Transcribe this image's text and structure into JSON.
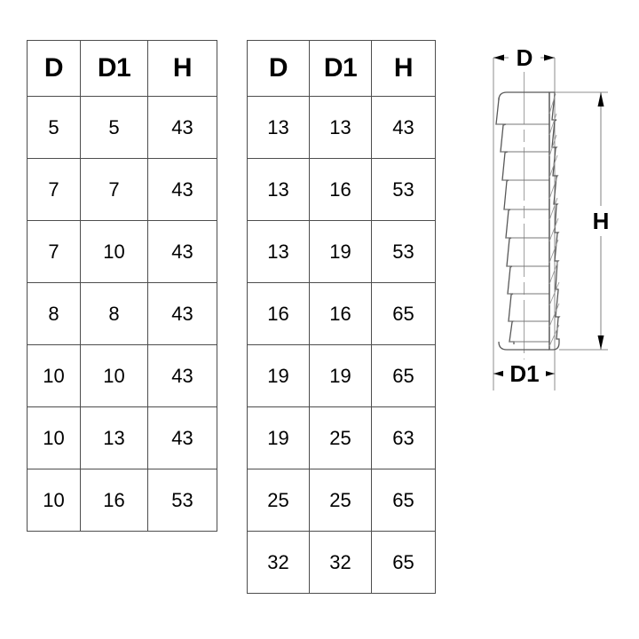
{
  "tables": [
    {
      "id": "table-one",
      "name": "dimension-table-left",
      "headers": [
        "D",
        "D1",
        "H"
      ],
      "rows": [
        [
          "5",
          "5",
          "43"
        ],
        [
          "7",
          "7",
          "43"
        ],
        [
          "7",
          "10",
          "43"
        ],
        [
          "8",
          "8",
          "43"
        ],
        [
          "10",
          "10",
          "43"
        ],
        [
          "10",
          "13",
          "43"
        ],
        [
          "10",
          "16",
          "53"
        ]
      ]
    },
    {
      "id": "table-two",
      "name": "dimension-table-right",
      "headers": [
        "D",
        "D1",
        "H"
      ],
      "rows": [
        [
          "13",
          "13",
          "43"
        ],
        [
          "13",
          "16",
          "53"
        ],
        [
          "13",
          "19",
          "53"
        ],
        [
          "16",
          "16",
          "65"
        ],
        [
          "19",
          "19",
          "65"
        ],
        [
          "19",
          "25",
          "63"
        ],
        [
          "25",
          "25",
          "65"
        ],
        [
          "32",
          "32",
          "65"
        ]
      ]
    }
  ],
  "drawing": {
    "title": "barbed-hose-fitting",
    "labels": {
      "top_diameter": "D",
      "bottom_diameter": "D1",
      "height": "H"
    },
    "colors": {
      "outline": "#4d4d4d",
      "dimension_line": "#808080",
      "arrow": "#000000",
      "text": "#000000"
    }
  }
}
